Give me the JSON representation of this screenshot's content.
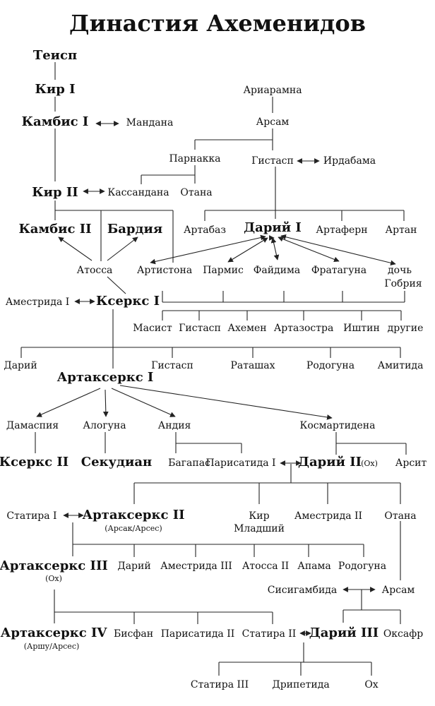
{
  "title": "Династия Ахеменидов",
  "people": {
    "teisp": "Теисп",
    "kir1": "Кир I",
    "kambis1": "Камбис I",
    "mandana": "Мандана",
    "kir2": "Кир II",
    "kassandana": "Кассандана",
    "otana1": "Отана",
    "ariaramna": "Ариарамна",
    "arsam1": "Арсам",
    "parnakka": "Парнакка",
    "gistasp1": "Гистасп",
    "irdabama": "Ирдабама",
    "kambis2": "Камбис II",
    "bardiya": "Бардия",
    "artabaz": "Артабаз",
    "dariy1": "Дарий I",
    "artafern": "Артаферн",
    "artan": "Артан",
    "atossa1": "Атосса",
    "artistona": "Артистона",
    "parmis": "Пармис",
    "faydima": "Файдима",
    "frataguna": "Фратагуна",
    "doch": "дочь",
    "gobriya": "Гобрия",
    "amestrida1": "Аместрида I",
    "kserks1": "Ксеркс I",
    "masist": "Масист",
    "gistasp2": "Гистасп",
    "ahemen": "Ахемен",
    "artazostra": "Артазостра",
    "ishtin": "Иштин",
    "drugie": "другие",
    "dariy_s": "Дарий",
    "gistasp3": "Гистасп",
    "ratashah": "Раташах",
    "rodoguna1": "Родогуна",
    "amitida": "Амитида",
    "artakserks1": "Артаксеркс I",
    "damaspiya": "Дамаспия",
    "aloguna": "Алогуна",
    "andiya": "Андия",
    "kosmartidena": "Космартидена",
    "kserks2": "Ксеркс II",
    "sekudian": "Секудиан",
    "bagapas": "Багапас",
    "parisatida1": "Парисатида I",
    "dariy2": "Дарий II",
    "oh_note": "(Ох)",
    "arsit": "Арсит",
    "statira1": "Статира I",
    "artakserks2": "Артаксеркс II",
    "arsak_note": "(Арсак/Арсес)",
    "kir": "Кир",
    "mladshiy": "Младший",
    "amestrida2": "Аместрида II",
    "otana2": "Отана",
    "artakserks3": "Артаксеркс III",
    "oh_note2": "(Ох)",
    "dariy_s2": "Дарий",
    "amestrida3": "Аместрида III",
    "atossa2": "Атосса II",
    "apama": "Апама",
    "rodoguna2": "Родогуна",
    "sisigambida": "Сисигамбида",
    "arsam2": "Арсам",
    "artakserks4": "Артаксеркс IV",
    "arshu_note": "(Аршу/Арсес)",
    "bisfan": "Бисфан",
    "parisatida2": "Парисатида II",
    "statira2": "Статира II",
    "dariy3": "Дарий III",
    "oksafr": "Оксафр",
    "statira3": "Статира III",
    "dripetida": "Дрипетида",
    "oh": "Ох"
  }
}
